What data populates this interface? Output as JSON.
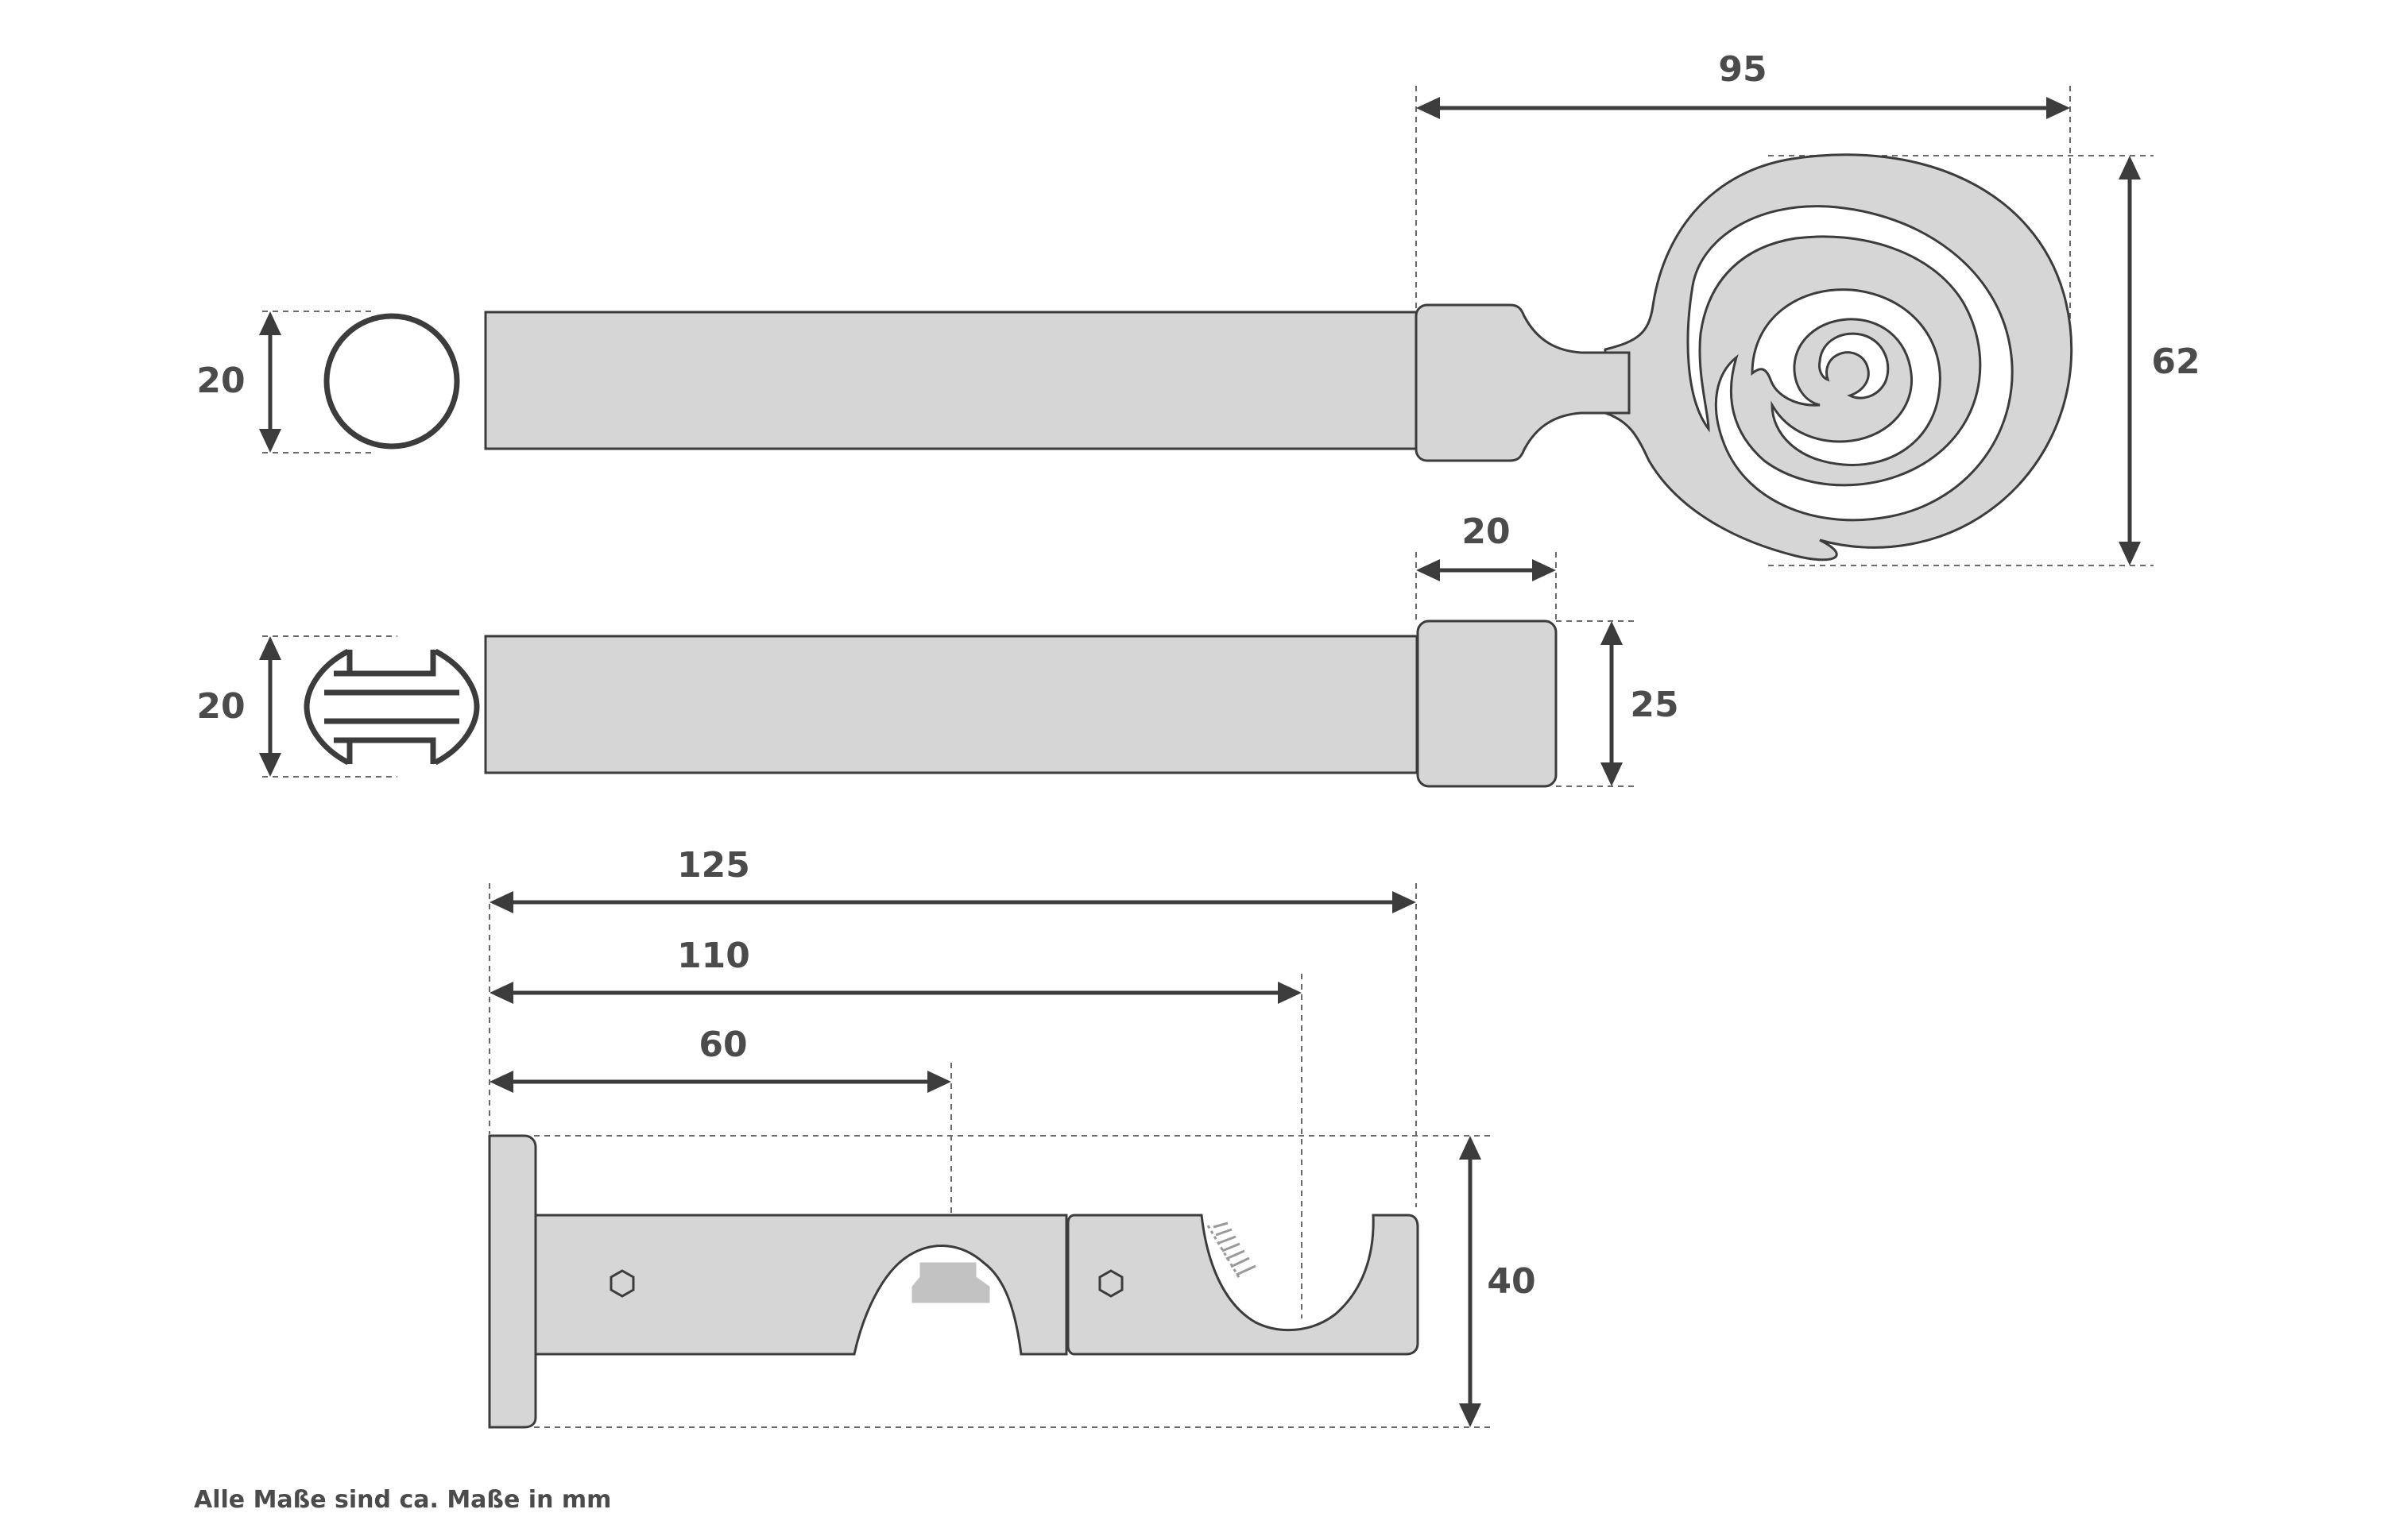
{
  "dimensions": {
    "rod_round_diameter": "20",
    "rod_rail_diameter": "20",
    "finial_length": "95",
    "finial_height": "62",
    "endcap_length": "20",
    "endcap_height": "25",
    "bracket_total_length": "125",
    "bracket_outer_hook": "110",
    "bracket_inner_hook": "60",
    "bracket_height": "40"
  },
  "footer": {
    "note": "Alle Maße sind ca. Maße in mm"
  }
}
